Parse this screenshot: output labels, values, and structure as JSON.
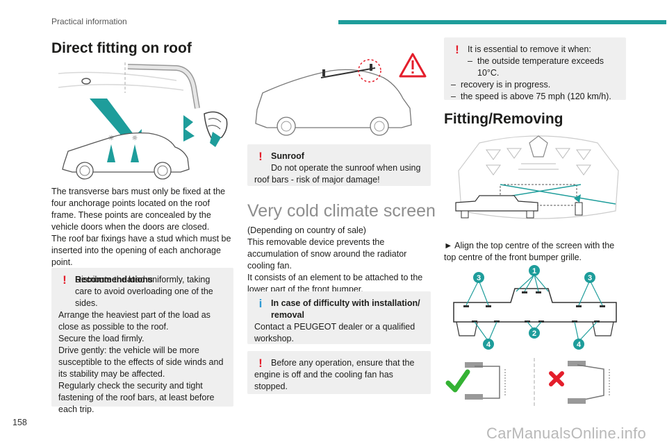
{
  "header": {
    "section": "Practical information"
  },
  "page_number": "158",
  "watermark": "CarManualsOnline.info",
  "left": {
    "title": "Direct fitting on roof",
    "body": "The transverse bars must only be fixed at the four anchorage points located on the roof frame. These points are concealed by the vehicle doors when the doors are closed.\nThe roof bar fixings have a stud which must be inserted into the opening of each anchorage point.",
    "recommend": {
      "title": "Recommendations",
      "lines": [
        "Distribute the load uniformly, taking care to avoid overloading one of the sides.",
        "Arrange the heaviest part of the load as close as possible to the roof.",
        "Secure the load firmly.",
        "Drive gently: the vehicle will be more susceptible to the effects of side winds and its stability may be affected.",
        "Regularly check the security and tight fastening of the roof bars, at least before each trip."
      ]
    }
  },
  "middle": {
    "sunroof": {
      "title": "Sunroof",
      "text": "Do not operate the sunroof when using roof bars - risk of major damage!"
    },
    "title": "Very cold climate screen",
    "body": "(Depending on country of sale)\nThis removable device prevents the accumulation of snow around the radiator cooling fan.\nIt consists of an element to be attached to the lower part of the front bumper.",
    "difficulty": {
      "title": "In case of difficulty with installation/ removal",
      "text": "Contact a PEUGEOT dealer or a qualified workshop."
    },
    "caution": "Before any operation, ensure that the engine is off and the cooling fan has stopped."
  },
  "right": {
    "warning": {
      "intro": "It is essential to remove it when:",
      "items": [
        "the outside temperature exceeds 10°C.",
        "recovery is in progress.",
        "the speed is above 75 mph (120 km/h)."
      ]
    },
    "title": "Fitting/Removing",
    "instruction": "Align the top centre of the screen with the top centre of the front bumper grille.",
    "callouts": [
      "1",
      "2",
      "3",
      "3",
      "4",
      "4"
    ]
  },
  "colors": {
    "teal": "#1e9d9b",
    "red": "#e41e2b",
    "blue": "#2f9ad4",
    "green": "#34b233",
    "box": "#efefef"
  }
}
